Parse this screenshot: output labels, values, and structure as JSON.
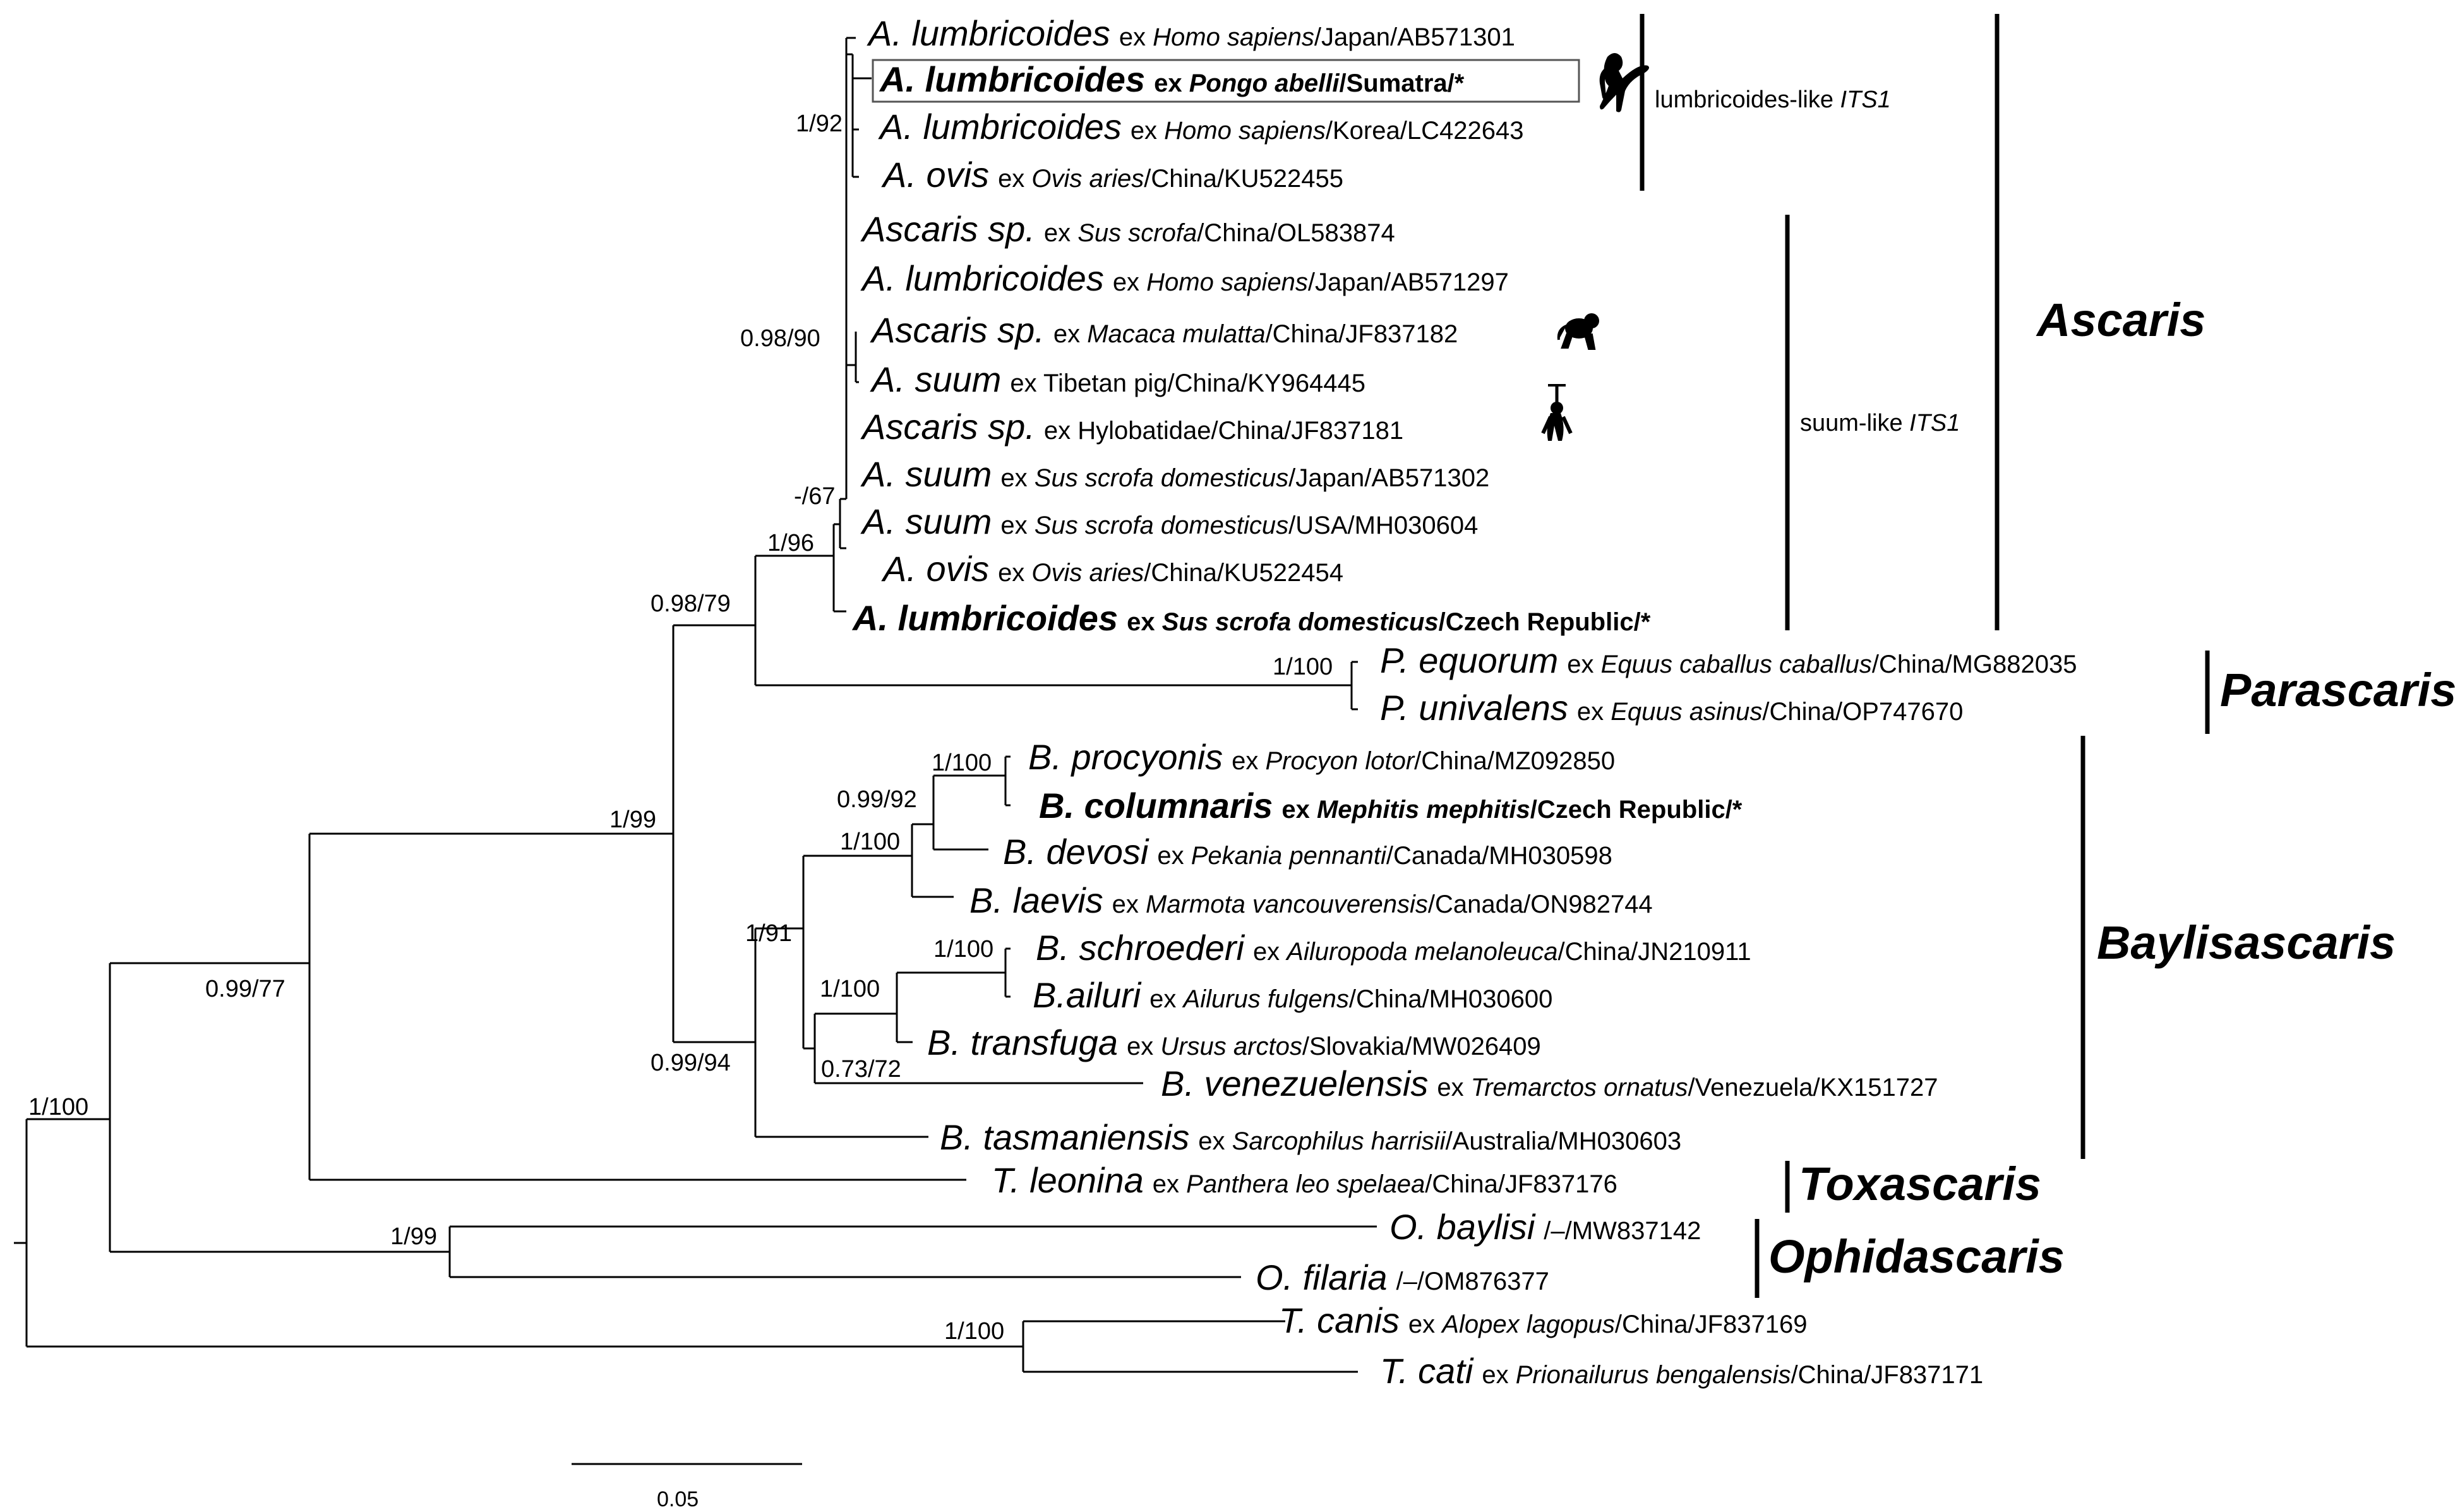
{
  "scale_label": "0.05",
  "taxa": [
    {
      "id": "t1",
      "genus": "A. lumbricoides",
      "rest": [
        [
          "ex ",
          ""
        ],
        [
          "Homo sapiens",
          "i"
        ],
        [
          "/Japan/AB571301",
          ""
        ]
      ],
      "bold": false
    },
    {
      "id": "t2",
      "genus": "A. lumbricoides",
      "rest": [
        [
          "ex ",
          ""
        ],
        [
          "Pongo abelli",
          "i"
        ],
        [
          "/Sumatra/*",
          ""
        ]
      ],
      "bold": true,
      "boxed": true,
      "icon": "orangutan-silhouette-icon"
    },
    {
      "id": "t3",
      "genus": "A. lumbricoides",
      "rest": [
        [
          "ex ",
          ""
        ],
        [
          "Homo sapiens",
          "i"
        ],
        [
          "/Korea/LC422643",
          ""
        ]
      ],
      "bold": false
    },
    {
      "id": "t4",
      "genus": "A. ovis",
      "rest": [
        [
          "ex ",
          ""
        ],
        [
          "Ovis aries",
          "i"
        ],
        [
          "/China/KU522455",
          ""
        ]
      ],
      "bold": false
    },
    {
      "id": "t5",
      "genus": "Ascaris",
      "genus_suffix": " sp.",
      "rest": [
        [
          "ex ",
          ""
        ],
        [
          "Sus scrofa",
          "i"
        ],
        [
          "/China/OL583874",
          ""
        ]
      ],
      "bold": false
    },
    {
      "id": "t6",
      "genus": "A. lumbricoides",
      "rest": [
        [
          "ex ",
          ""
        ],
        [
          "Homo sapiens",
          "i"
        ],
        [
          "/Japan/AB571297",
          ""
        ]
      ],
      "bold": false
    },
    {
      "id": "t7",
      "genus": "Ascaris",
      "genus_suffix": " sp.",
      "rest": [
        [
          "ex ",
          ""
        ],
        [
          "Macaca mulatta",
          "i"
        ],
        [
          "/China/JF837182",
          ""
        ]
      ],
      "bold": false,
      "icon": "macaque-silhouette-icon"
    },
    {
      "id": "t8",
      "genus": "A. suum",
      "rest": [
        [
          "ex Tibetan pig/China/KY964445",
          ""
        ]
      ],
      "bold": false
    },
    {
      "id": "t9",
      "genus": "Ascaris",
      "genus_suffix": " sp.",
      "rest": [
        [
          "ex Hylobatidae/China/JF837181",
          ""
        ]
      ],
      "bold": false,
      "icon": "gibbon-silhouette-icon"
    },
    {
      "id": "t10",
      "genus": "A. suum",
      "rest": [
        [
          "ex ",
          ""
        ],
        [
          "Sus scrofa domesticus",
          "i"
        ],
        [
          "/Japan/AB571302",
          ""
        ]
      ],
      "bold": false
    },
    {
      "id": "t11",
      "genus": "A. suum",
      "rest": [
        [
          "ex ",
          ""
        ],
        [
          "Sus scrofa domesticus",
          "i"
        ],
        [
          "/USA/MH030604",
          ""
        ]
      ],
      "bold": false
    },
    {
      "id": "t12",
      "genus": "A. ovis",
      "rest": [
        [
          "ex ",
          ""
        ],
        [
          "Ovis aries",
          "i"
        ],
        [
          "/China/KU522454",
          ""
        ]
      ],
      "bold": false
    },
    {
      "id": "t13",
      "genus": "A. lumbricoides",
      "rest": [
        [
          "ex ",
          ""
        ],
        [
          "Sus scrofa domesticus",
          "i"
        ],
        [
          "/Czech Republic/*",
          ""
        ]
      ],
      "bold": true
    },
    {
      "id": "t14",
      "genus": "P. equorum",
      "rest": [
        [
          "ex ",
          ""
        ],
        [
          "Equus caballus caballus",
          "i"
        ],
        [
          "/China/MG882035",
          ""
        ]
      ],
      "bold": false
    },
    {
      "id": "t15",
      "genus": "P. univalens",
      "rest": [
        [
          "ex ",
          ""
        ],
        [
          "Equus asinus",
          "i"
        ],
        [
          "/China/OP747670",
          ""
        ]
      ],
      "bold": false
    },
    {
      "id": "t16",
      "genus": "B. procyonis",
      "rest": [
        [
          "ex ",
          ""
        ],
        [
          "Procyon lotor",
          "i"
        ],
        [
          "/China/MZ092850",
          ""
        ]
      ],
      "bold": false
    },
    {
      "id": "t17",
      "genus": "B. columnaris",
      "rest": [
        [
          "ex ",
          ""
        ],
        [
          "Mephitis mephitis",
          "i"
        ],
        [
          "/Czech Republic/*",
          ""
        ]
      ],
      "bold": true
    },
    {
      "id": "t18",
      "genus": "B. devosi",
      "rest": [
        [
          "ex ",
          ""
        ],
        [
          "Pekania pennanti",
          "i"
        ],
        [
          "/Canada/MH030598",
          ""
        ]
      ],
      "bold": false
    },
    {
      "id": "t19",
      "genus": "B. laevis",
      "rest": [
        [
          "ex ",
          ""
        ],
        [
          "Marmota vancouverensis",
          "i"
        ],
        [
          "/Canada/ON982744",
          ""
        ]
      ],
      "bold": false
    },
    {
      "id": "t20",
      "genus": "B. schroederi",
      "rest": [
        [
          "ex ",
          ""
        ],
        [
          "Ailuropoda melanoleuca",
          "i"
        ],
        [
          "/China/JN210911",
          ""
        ]
      ],
      "bold": false
    },
    {
      "id": "t21",
      "genus": "B.ailuri",
      "rest": [
        [
          "ex ",
          ""
        ],
        [
          "Ailurus fulgens",
          "i"
        ],
        [
          "/China/MH030600",
          ""
        ]
      ],
      "bold": false
    },
    {
      "id": "t22",
      "genus": "B. transfuga",
      "rest": [
        [
          "ex ",
          ""
        ],
        [
          "Ursus arctos",
          "i"
        ],
        [
          "/Slovakia/MW026409",
          ""
        ]
      ],
      "bold": false
    },
    {
      "id": "t23",
      "genus": "B. venezuelensis",
      "rest": [
        [
          "ex ",
          ""
        ],
        [
          "Tremarctos ornatus",
          "i"
        ],
        [
          "/Venezuela/KX151727",
          ""
        ]
      ],
      "bold": false
    },
    {
      "id": "t24",
      "genus": "B. tasmaniensis",
      "rest": [
        [
          "ex ",
          ""
        ],
        [
          "Sarcophilus harrisii",
          "i"
        ],
        [
          "/Australia/MH030603",
          ""
        ]
      ],
      "bold": false
    },
    {
      "id": "t25",
      "genus": "T. leonina",
      "rest": [
        [
          "ex ",
          ""
        ],
        [
          "Panthera leo spelaea",
          "i"
        ],
        [
          "/China/JF837176",
          ""
        ]
      ],
      "bold": false
    },
    {
      "id": "t26",
      "genus": "O. baylisi",
      "rest": [
        [
          "/–/MW837142",
          ""
        ]
      ],
      "bold": false
    },
    {
      "id": "t27",
      "genus": "O. filaria",
      "rest": [
        [
          "/–/OM876377",
          ""
        ]
      ],
      "bold": false
    },
    {
      "id": "t28",
      "genus": "T. canis",
      "rest": [
        [
          "ex ",
          ""
        ],
        [
          "Alopex lagopus",
          "i"
        ],
        [
          "/China/JF837169",
          ""
        ]
      ],
      "bold": false
    },
    {
      "id": "t29",
      "genus": "T. cati",
      "rest": [
        [
          "ex ",
          ""
        ],
        [
          "Prionailurus bengalensis",
          "i"
        ],
        [
          "/China/JF837171",
          ""
        ]
      ],
      "bold": false
    }
  ],
  "support_values": [
    "1/92",
    "0.98/90",
    "-/67",
    "1/96",
    "0.98/79",
    "1/100",
    "1/100",
    "0.99/92",
    "1/100",
    "1/91",
    "1/100",
    "1/100",
    "0.73/72",
    "0.99/94",
    "1/99",
    "0.99/77",
    "1/100",
    "1/99",
    "1/100"
  ],
  "groups": [
    {
      "id": "lumbricoides",
      "prefix": "lumbricoides-like ",
      "suffix": "ITS1"
    },
    {
      "id": "suum",
      "prefix": "suum-like ",
      "suffix": "ITS1"
    }
  ],
  "genera": [
    "Ascaris",
    "Parascaris",
    "Baylisascaris",
    "Toxascaris",
    "Ophidascaris"
  ]
}
